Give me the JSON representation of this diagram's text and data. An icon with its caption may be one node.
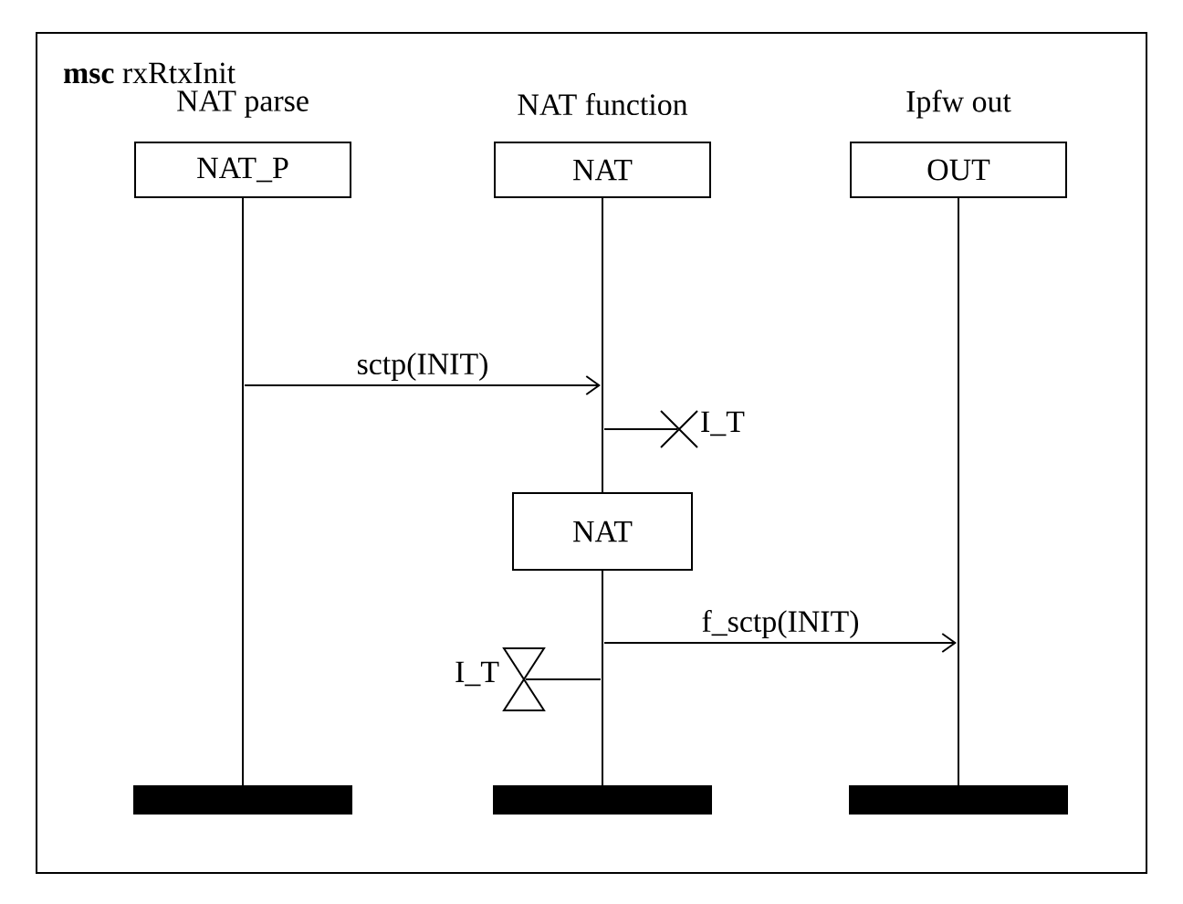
{
  "diagram": {
    "title": "**msc** rxRtxInit",
    "nodes": [
      {
        "text": [
          "NAT parse",
          "NAT_P"
        ]
      },
      {
        "text": [
          "NAT function",
          "NAT"
        ]
      },
      {
        "text": [
          "Ipfw out",
          "OUT"
        ]
      },
      {
        "text": [],
        "shape": "line"
      },
      {
        "text": [],
        "shape": "line"
      },
      {
        "text": [],
        "shape": "line"
      },
      {
        "text": [
          "I_T"
        ]
      },
      {
        "text": [
          "NAT"
        ]
      },
      {
        "text": [],
        "shape": "line"
      },
      {
        "text": [
          "I_T"
        ]
      },
      {
        "text": [],
        "shape": "bar"
      },
      {
        "text": [],
        "shape": "bar"
      },
      {
        "text": [],
        "shape": "bar"
      }
    ],
    "edges": [
      {
        "from": 3,
        "to": 4,
        "arrow": "to",
        "label": "sctp(INIT)"
      },
      {
        "from": 4,
        "to": 6,
        "arrow": "none"
      },
      {
        "from": 8,
        "to": 5,
        "arrow": "to",
        "label": "f_sctp(INIT)"
      },
      {
        "from": 8,
        "to": 9,
        "arrow": "none"
      }
    ]
  }
}
